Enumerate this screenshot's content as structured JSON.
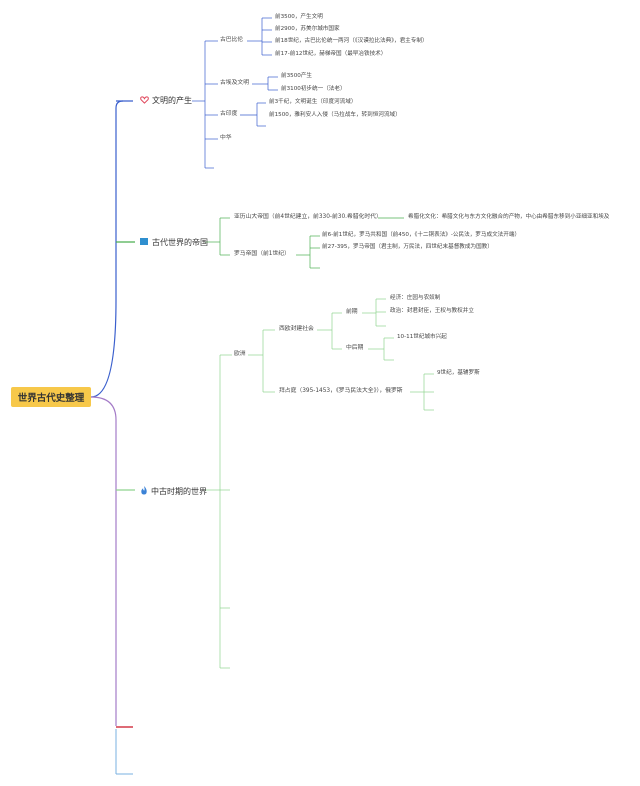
{
  "root": {
    "label": "世界古代史整理"
  },
  "branches": [
    {
      "label": "文明的产生",
      "icon": "heart-icon",
      "color": "#3a5fcd",
      "children": [
        {
          "label": "古巴比伦",
          "children": [
            "前3500，产生文明",
            "前2900，苏美尔城市国家",
            "前18世纪，古巴比伦统一两河（《汉谟拉比法典》，君主专制）",
            "前17-前12世纪，赫梯帝国（最早冶铁技术）"
          ]
        },
        {
          "label": "古埃及文明",
          "children": [
            "前3500产生",
            "前3100初步统一（法老）"
          ]
        },
        {
          "label": "古印度",
          "children": [
            "前3千纪，文明诞生（印度河流域）",
            "前1500，雅利安人入侵（马拉战车，转到恒河流域）"
          ]
        },
        {
          "label": "中华",
          "children": []
        }
      ]
    },
    {
      "label": "古代世界的帝国",
      "icon": "flag-icon",
      "color": "#4caf50",
      "children": [
        {
          "label": "亚历山大帝国（前4世纪建立，前330-前30.希腊化时代）",
          "children": [
            "希腊化文化：希腊文化与东方文化融合的产物，中心由希腊东移到小亚细亚和埃及"
          ]
        },
        {
          "label": "罗马帝国（前1世纪）",
          "children": [
            "前6-前1世纪，罗马共和国（前450，《十二铜表法》-公民法，罗马成文法开端）",
            "前27-395，罗马帝国（君主制，万民法，四世纪末基督教成为国教）"
          ]
        }
      ]
    },
    {
      "label": "中古时期的世界",
      "icon": "fire-icon",
      "color": "#8fd48f",
      "children": [
        {
          "label": "欧洲",
          "children": [
            {
              "label": "西欧封建社会",
              "children": [
                {
                  "label": "前期",
                  "children": [
                    "经济：庄园与农奴制",
                    "政治：封君封臣，王权与教权并立"
                  ]
                },
                {
                  "label": "中后期",
                  "children": [
                    "10-11世纪城市兴起"
                  ]
                }
              ]
            },
            {
              "label": "拜占庭（395-1453，《罗马民法大全》），俄罗斯",
              "children": [
                {
                  "label": "9世纪，基辅罗斯",
                  "children": []
                }
              ]
            }
          ]
        }
      ]
    }
  ]
}
